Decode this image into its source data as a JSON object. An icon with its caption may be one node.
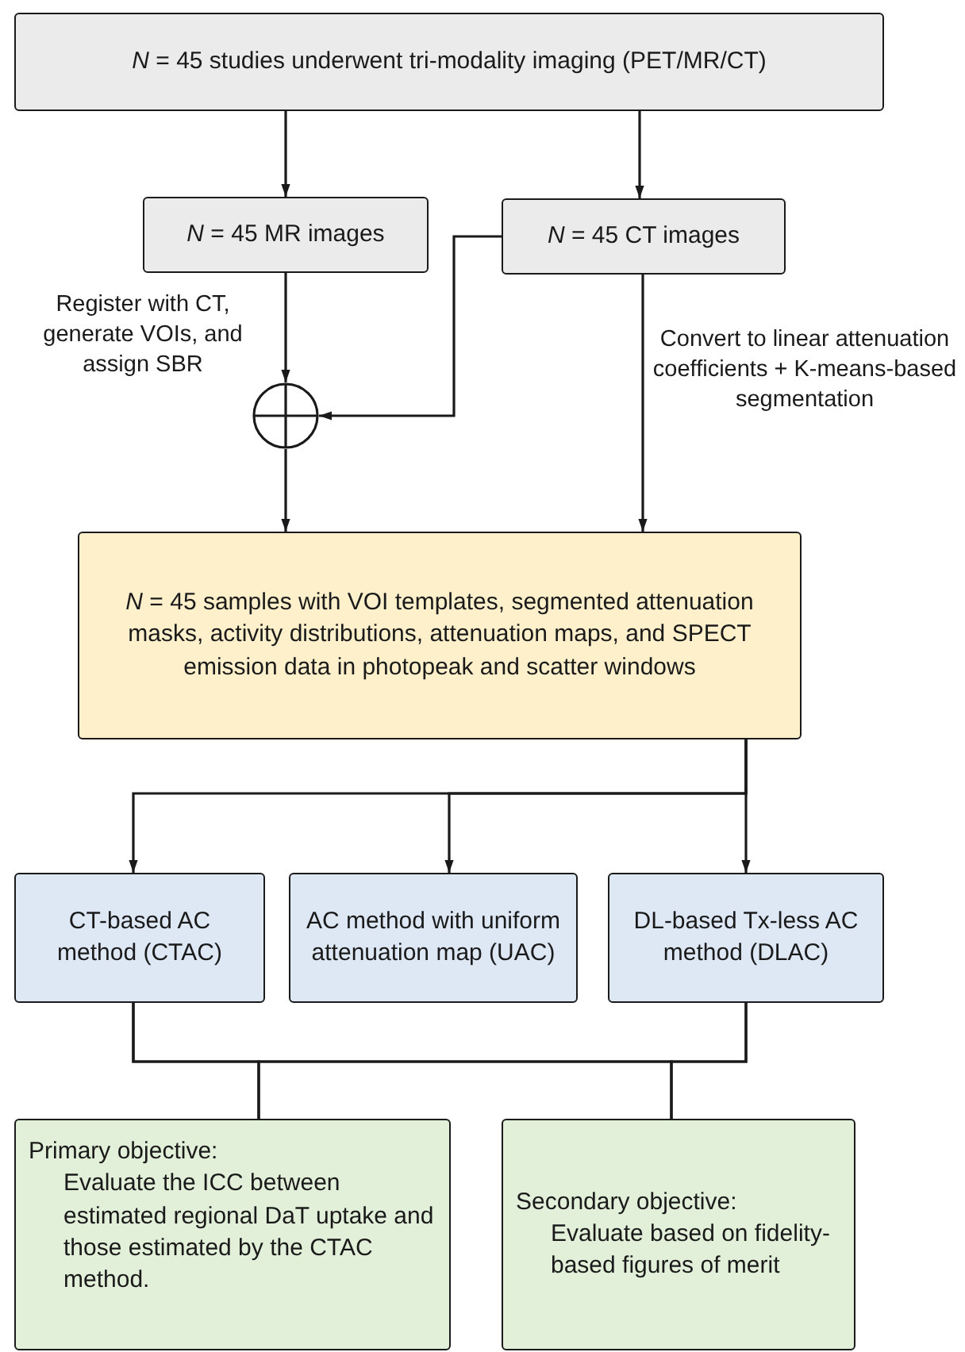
{
  "diagram": {
    "nodes": [
      {
        "text": [
          "*N* = 45 studies underwent tri-modality imaging (PET/MR/CT)"
        ]
      },
      {
        "text": [
          "*N* = 45 MR images"
        ]
      },
      {
        "text": [
          "*N* = 45 CT images"
        ]
      },
      {
        "text": [],
        "shape": "circle"
      },
      {
        "text": [
          "*N* = 45 samples with VOI templates, segmented attenuation masks, activity distributions, attenuation maps, and SPECT emission data in photopeak and scatter windows"
        ]
      },
      {
        "text": [
          "CT-based AC method (CTAC)"
        ]
      },
      {
        "text": [
          "AC method with uniform attenuation map (UAC)"
        ]
      },
      {
        "text": [
          "DL-based Tx-less AC method (DLAC)"
        ]
      },
      {
        "text": [
          "Primary objective:",
          "Evaluate the ICC between estimated regional DaT uptake and those estimated by the CTAC method."
        ]
      },
      {
        "text": [
          "Secondary objective:",
          "Evaluate based on fidelity-based figures of merit"
        ]
      }
    ],
    "edges": [
      {
        "from": 0,
        "to": 1,
        "arrow": "to"
      },
      {
        "from": 0,
        "to": 2,
        "arrow": "to"
      },
      {
        "from": 1,
        "to": 3,
        "arrow": "to",
        "label": "Register with CT, generate VOIs, and assign SBR"
      },
      {
        "from": 2,
        "to": 3,
        "arrow": "to"
      },
      {
        "from": 3,
        "to": 4,
        "arrow": "to"
      },
      {
        "from": 2,
        "to": 4,
        "arrow": "to",
        "label": "Convert to linear attenuation coefficients + K-means-based segmentation"
      },
      {
        "from": 4,
        "to": 5,
        "arrow": "to"
      },
      {
        "from": 4,
        "to": 6,
        "arrow": "to"
      },
      {
        "from": 4,
        "to": 7,
        "arrow": "to"
      },
      {
        "from": 5,
        "to": 8,
        "arrow": "none"
      },
      {
        "from": 5,
        "to": 9,
        "arrow": "none"
      },
      {
        "from": 7,
        "to": 8,
        "arrow": "none"
      },
      {
        "from": 7,
        "to": 9,
        "arrow": "none"
      }
    ]
  }
}
